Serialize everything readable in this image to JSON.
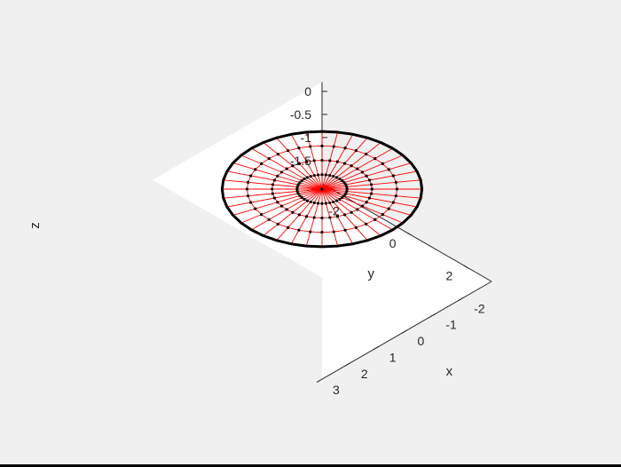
{
  "chart_data": {
    "type": "mesh3d",
    "title": "",
    "xlabel": "x",
    "ylabel": "y",
    "zlabel": "z",
    "xlim": [
      -3,
      3
    ],
    "ylim": [
      -3,
      3
    ],
    "zlim": [
      -2,
      0.2
    ],
    "view": "isometric (azimuth -45, elevation 35)",
    "x_ticks": [
      "-2",
      "-1",
      "0",
      "1",
      "2",
      "3"
    ],
    "y_ticks": [
      "-2",
      "0",
      "2"
    ],
    "z_ticks": [
      "0",
      "-0.5",
      "-1",
      "-1.5"
    ],
    "disc": {
      "z": 0,
      "outer_radius": 2.5,
      "node_ring_radii": [
        0.625,
        1.25,
        1.875
      ],
      "spoke_count": 40,
      "boundary_color": "#000000",
      "mesh_color": "#ff0000",
      "node_color": "#000000"
    },
    "grid": false
  }
}
